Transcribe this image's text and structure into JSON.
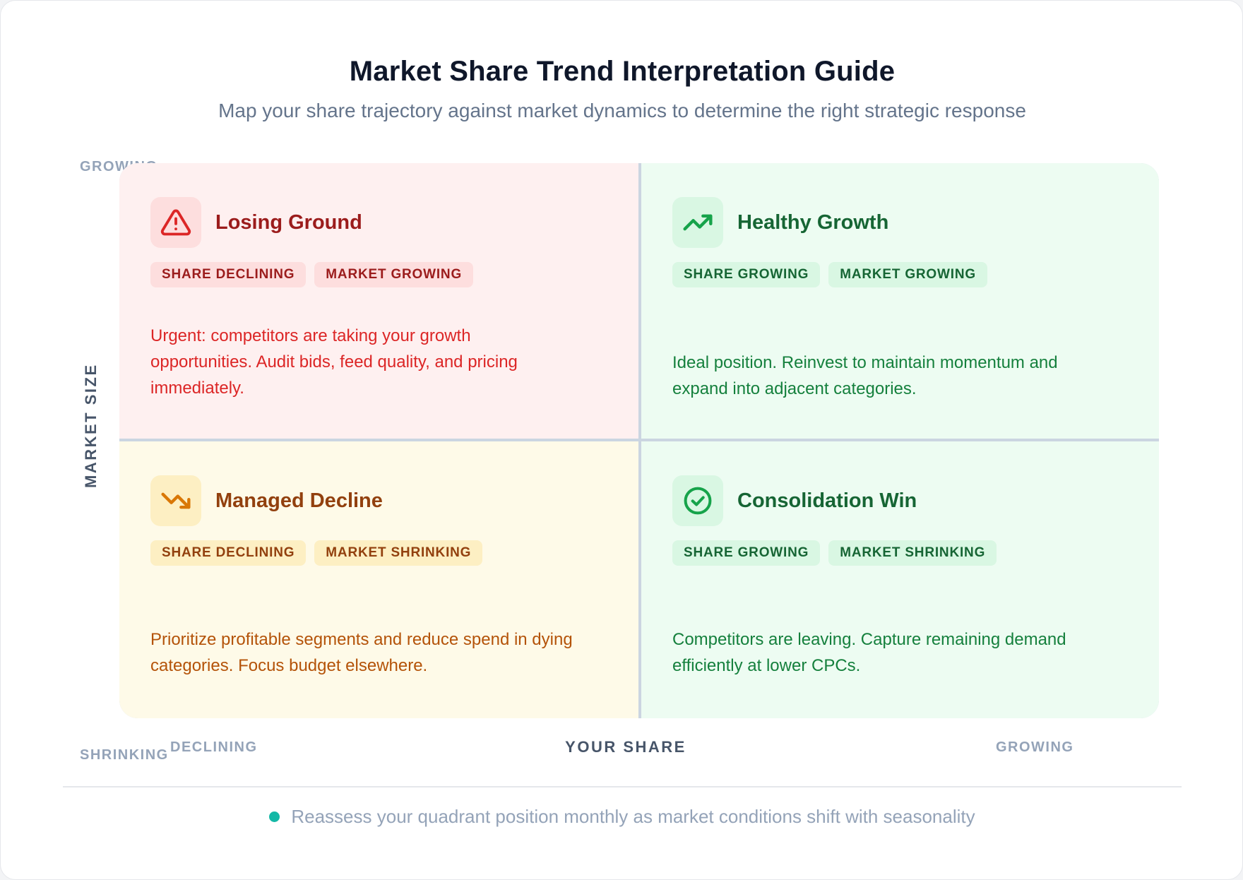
{
  "header": {
    "title": "Market Share Trend Interpretation Guide",
    "subtitle": "Map your share trajectory against market dynamics to determine the right strategic response"
  },
  "axes": {
    "y_title": "MARKET SIZE",
    "y_top": "GROWING",
    "y_bottom": "SHRINKING",
    "x_title": "YOUR SHARE",
    "x_left": "DECLINING",
    "x_right": "GROWING"
  },
  "quadrants": {
    "top_left": {
      "name": "Losing Ground",
      "icon": "warning-triangle-icon",
      "tags": [
        "SHARE DECLINING",
        "MARKET GROWING"
      ],
      "description": "Urgent: competitors are taking your growth opportunities. Audit bids, feed quality, and pricing immediately.",
      "color": "#dc2626"
    },
    "top_right": {
      "name": "Healthy Growth",
      "icon": "trending-up-icon",
      "tags": [
        "SHARE GROWING",
        "MARKET GROWING"
      ],
      "description": "Ideal position. Reinvest to maintain momentum and expand into adjacent categories.",
      "color": "#16a34a"
    },
    "bottom_left": {
      "name": "Managed Decline",
      "icon": "trending-down-icon",
      "tags": [
        "SHARE DECLINING",
        "MARKET SHRINKING"
      ],
      "description": "Prioritize profitable segments and reduce spend in dying categories. Focus budget elsewhere.",
      "color": "#d97706"
    },
    "bottom_right": {
      "name": "Consolidation Win",
      "icon": "check-circle-icon",
      "tags": [
        "SHARE GROWING",
        "MARKET SHRINKING"
      ],
      "description": "Competitors are leaving. Capture remaining demand efficiently at lower CPCs.",
      "color": "#16a34a"
    }
  },
  "footer": {
    "note": "Reassess your quadrant position monthly as market conditions shift with seasonality",
    "dot_color": "#14b8a6"
  }
}
